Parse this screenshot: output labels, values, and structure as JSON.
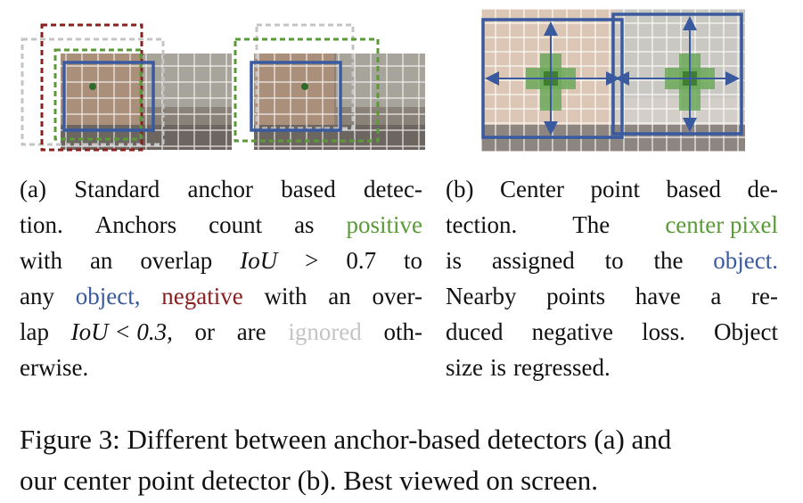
{
  "caption_a": {
    "lines": [
      [
        "(a)",
        "Standard",
        "anchor",
        "based",
        "detec-"
      ],
      [
        "tion.",
        "Anchors",
        "count",
        "as",
        "positive"
      ],
      [
        "with",
        "an",
        "overlap",
        "IoU",
        ">",
        "0.7",
        "to"
      ],
      [
        "any",
        "object,",
        "negative",
        "with",
        "an",
        "over-"
      ],
      [
        "lap",
        "IoU < 0.3,",
        "or",
        "are",
        "ignored",
        "oth-"
      ],
      [
        "erwise."
      ]
    ]
  },
  "caption_b": {
    "lines": [
      [
        "(b)",
        "Center",
        "point",
        "based",
        "de-"
      ],
      [
        "tection.",
        "The",
        "center pixel"
      ],
      [
        "is",
        "assigned",
        "to",
        "the",
        "object."
      ],
      [
        "Nearby",
        "points",
        "have",
        "a",
        "re-"
      ],
      [
        "duced",
        "negative",
        "loss.",
        "Object"
      ],
      [
        "size",
        "is",
        "regressed."
      ]
    ]
  },
  "figure_caption": {
    "line1": "Figure 3: Different between anchor-based detectors (a) and",
    "line2": "our center point detector (b). Best viewed on screen."
  },
  "colors": {
    "positive": "#5a9a38",
    "object": "#3a5aa0",
    "negative": "#8a2020",
    "ignored": "#c4c4c4"
  }
}
